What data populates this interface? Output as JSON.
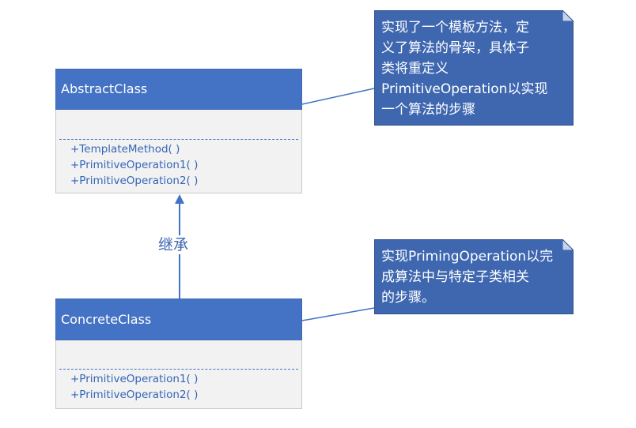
{
  "abstract_class": {
    "name": "AbstractClass",
    "methods": [
      "+TemplateMethod( )",
      "+PrimitiveOperation1( )",
      "+PrimitiveOperation2( )"
    ]
  },
  "concrete_class": {
    "name": "ConcreteClass",
    "methods": [
      "+PrimitiveOperation1( )",
      "+PrimitiveOperation2( )"
    ]
  },
  "inheritance_label": "继承",
  "note_abstract": {
    "lines": [
      "实现了一个模板方法，定",
      "义了算法的骨架，具体子",
      "类将重定义",
      "PrimitiveOperation以实现",
      "一个算法的步骤"
    ]
  },
  "note_concrete": {
    "lines": [
      "实现PrimingOperation以完",
      "成算法中与特定子类相关",
      "的步骤。"
    ]
  },
  "colors": {
    "class_header": "#4472c4",
    "class_body": "#f2f2f2",
    "method_text": "#3465b8",
    "note_fill": "#3e67b0",
    "connector": "#4472c4"
  }
}
